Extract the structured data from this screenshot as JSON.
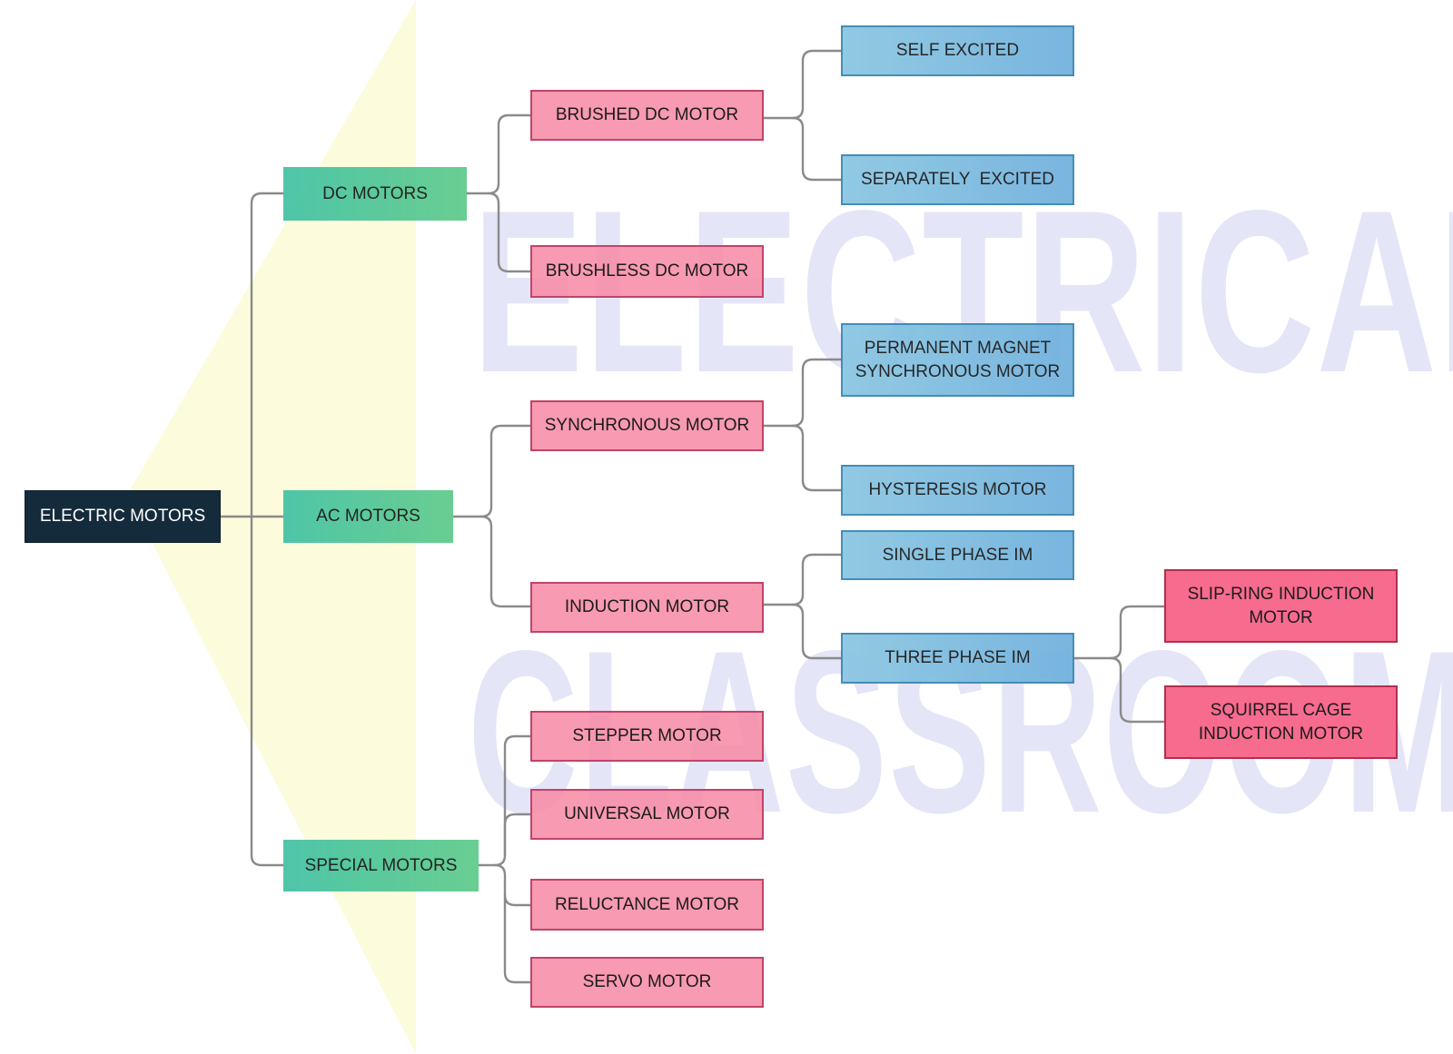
{
  "watermark": {
    "line1": "ELECTRICAL",
    "line2": "CLASSROOM",
    "text_color": "#cdd0f0",
    "shape_color": "#fbfad6"
  },
  "colors": {
    "root": "#142b3c",
    "category": "#52c69e",
    "motor_type": "#f78ca6",
    "subtype": "#7fbde0",
    "induction_type": "#f76b8e",
    "connector": "#8a8a8a"
  },
  "nodes": {
    "electric_motors": "ELECTRIC MOTORS",
    "dc_motors": "DC MOTORS",
    "ac_motors": "AC MOTORS",
    "special_motors": "SPECIAL MOTORS",
    "brushed_dc_motor": "BRUSHED DC MOTOR",
    "brushless_dc_motor": "BRUSHLESS DC MOTOR",
    "synchronous_motor": "SYNCHRONOUS MOTOR",
    "induction_motor": "INDUCTION MOTOR",
    "stepper_motor": "STEPPER MOTOR",
    "universal_motor": "UNIVERSAL MOTOR",
    "reluctance_motor": "RELUCTANCE MOTOR",
    "servo_motor": "SERVO MOTOR",
    "self_excited": "SELF EXCITED",
    "separately_excited": "SEPARATELY  EXCITED",
    "pm_synchronous_line1": "PERMANENT MAGNET",
    "pm_synchronous_line2": "SYNCHRONOUS MOTOR",
    "hysteresis_motor": "HYSTERESIS MOTOR",
    "single_phase_im": "SINGLE PHASE IM",
    "three_phase_im": "THREE PHASE IM",
    "slip_ring_line1": "SLIP-RING INDUCTION",
    "slip_ring_line2": "MOTOR",
    "squirrel_cage_line1": "SQUIRREL CAGE",
    "squirrel_cage_line2": "INDUCTION MOTOR"
  }
}
